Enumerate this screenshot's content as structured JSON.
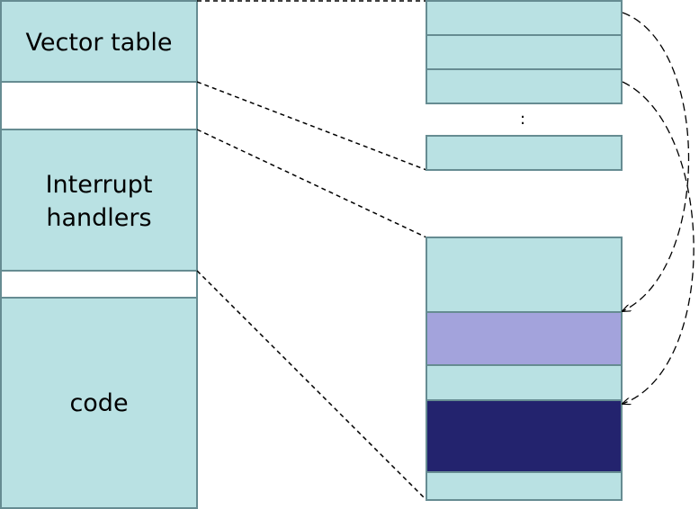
{
  "colors": {
    "block_fill": "#b9e1e3",
    "border": "#668c92",
    "handler_light": "#a3a3dc",
    "handler_dark": "#23236e",
    "line": "#000000",
    "background": "#ffffff"
  },
  "memory_map": {
    "vector_table": "Vector table",
    "interrupt_handlers_line1": "Interrupt",
    "interrupt_handlers_line2": "handlers",
    "code": "code"
  },
  "vector_detail": {
    "ellipsis": ":"
  }
}
